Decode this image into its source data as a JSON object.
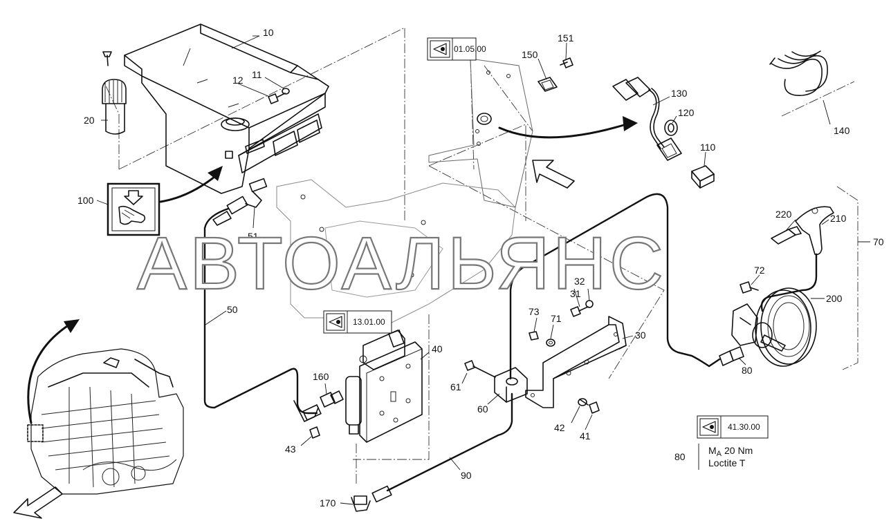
{
  "watermark": "АВТОАЛЬЯНС",
  "part_labels": {
    "p10": "10",
    "p11": "11",
    "p12": "12",
    "p20": "20",
    "p30": "30",
    "p31": "31",
    "p32": "32",
    "p40": "40",
    "p41": "41",
    "p42": "42",
    "p43": "43",
    "p50": "50",
    "p51": "51",
    "p60": "60",
    "p61": "61",
    "p70": "70",
    "p71": "71",
    "p72": "72",
    "p73": "73",
    "p80": "80",
    "p80b": "80",
    "p90": "90",
    "p100": "100",
    "p110": "110",
    "p120": "120",
    "p130": "130",
    "p140": "140",
    "p150": "150",
    "p151": "151",
    "p160": "160",
    "p170": "170",
    "p200": "200",
    "p210": "210",
    "p220": "220"
  },
  "references": {
    "ref1": "01.05.00",
    "ref2": "13.01.00",
    "ref3": "41.30.00"
  },
  "torque_note": {
    "symbol": "M",
    "subscript": "A",
    "value": "20 Nm",
    "adhesive": "Loctite T"
  },
  "icons": [
    "eye-icon",
    "hand-wash-icon",
    "view-arrow-icon"
  ]
}
